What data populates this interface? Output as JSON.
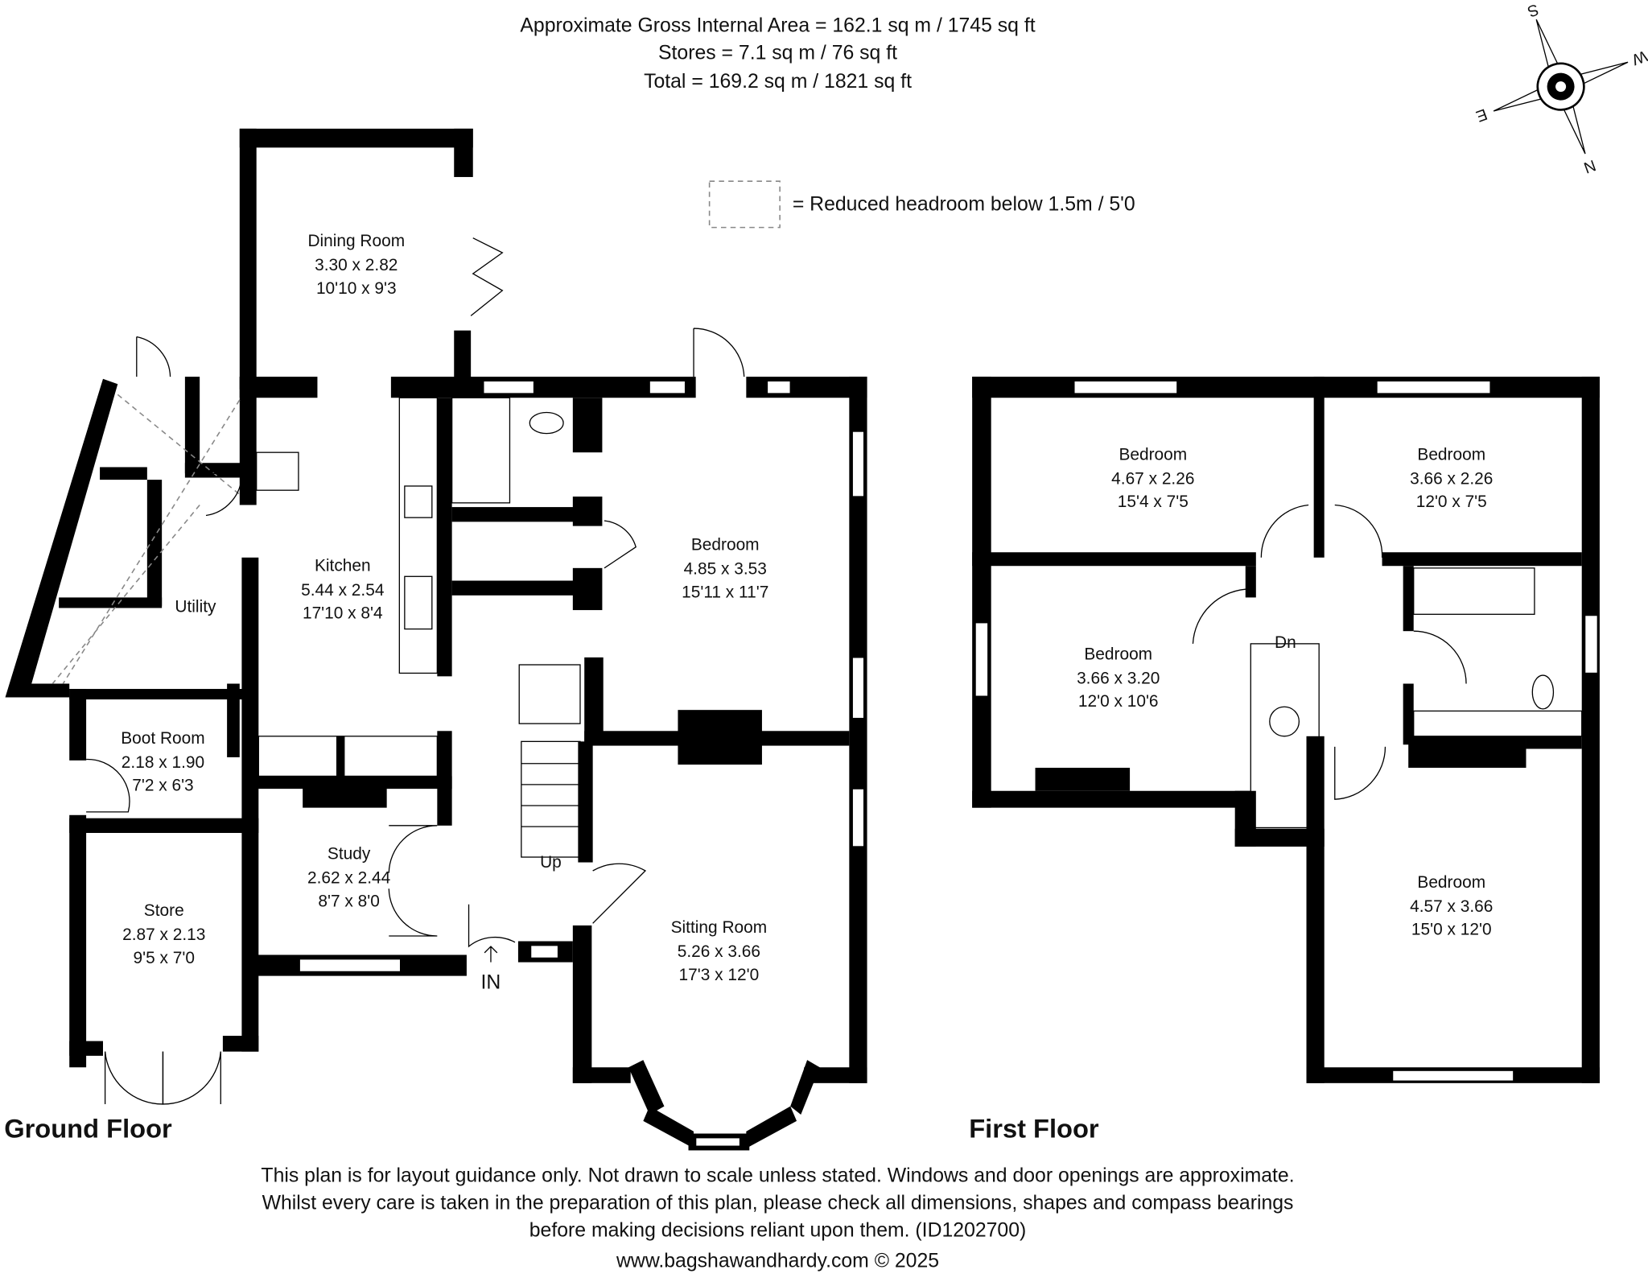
{
  "header": {
    "line1": "Approximate Gross Internal Area = 162.1 sq m / 1745 sq ft",
    "line2": "Stores = 7.1 sq m / 76 sq ft",
    "line3": "Total = 169.2 sq m / 1821 sq ft"
  },
  "legend": {
    "text": "= Reduced headroom below 1.5m / 5'0"
  },
  "compass": {
    "s": "S",
    "w": "W",
    "n": "N",
    "e": "E"
  },
  "ground_floor": {
    "title": "Ground Floor",
    "rooms": [
      {
        "name": "Dining Room",
        "metric": "3.30 x 2.82",
        "imperial": "10'10 x 9'3"
      },
      {
        "name": "Kitchen",
        "metric": "5.44 x 2.54",
        "imperial": "17'10 x 8'4"
      },
      {
        "name": "Utility"
      },
      {
        "name": "Bedroom",
        "metric": "4.85 x 3.53",
        "imperial": "15'11 x 11'7"
      },
      {
        "name": "Boot Room",
        "metric": "2.18 x 1.90",
        "imperial": "7'2 x 6'3"
      },
      {
        "name": "Study",
        "metric": "2.62 x 2.44",
        "imperial": "8'7 x 8'0"
      },
      {
        "name": "Store",
        "metric": "2.87 x 2.13",
        "imperial": "9'5 x 7'0"
      },
      {
        "name": "Sitting Room",
        "metric": "5.26 x 3.66",
        "imperial": "17'3 x 12'0"
      }
    ],
    "up_label": "Up",
    "entrance_label": "IN"
  },
  "first_floor": {
    "title": "First Floor",
    "rooms": [
      {
        "name": "Bedroom",
        "metric": "4.67 x 2.26",
        "imperial": "15'4 x 7'5"
      },
      {
        "name": "Bedroom",
        "metric": "3.66 x 2.26",
        "imperial": "12'0 x 7'5"
      },
      {
        "name": "Bedroom",
        "metric": "3.66 x 3.20",
        "imperial": "12'0 x 10'6"
      },
      {
        "name": "Bedroom",
        "metric": "4.57 x 3.66",
        "imperial": "15'0 x 12'0"
      }
    ],
    "down_label": "Dn"
  },
  "footer": {
    "line1": "This plan is for layout guidance only. Not drawn to scale unless stated. Windows and door openings are approximate.",
    "line2": "Whilst every care is taken in the preparation of this plan, please check all dimensions, shapes and compass bearings",
    "line3": "before making decisions reliant upon them. (ID1202700)",
    "website": "www.bagshawandhardy.com © 2025"
  }
}
